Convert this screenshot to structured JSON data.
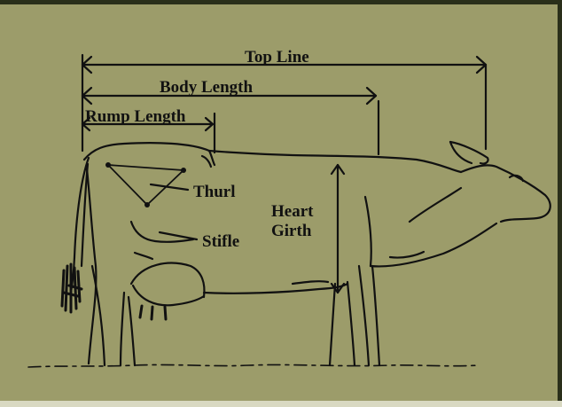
{
  "colors": {
    "background": "#9c9c6a",
    "border_dark": "#2a2f1a",
    "ink": "#111111",
    "frame_light": "#d9d9c2"
  },
  "measurements": {
    "top_line": "Top Line",
    "body_length": "Body Length",
    "rump_length": "Rump Length",
    "heart_girth_line1": "Heart",
    "heart_girth_line2": "Girth"
  },
  "parts": {
    "thurl": "Thurl",
    "stifle": "Stifle"
  }
}
